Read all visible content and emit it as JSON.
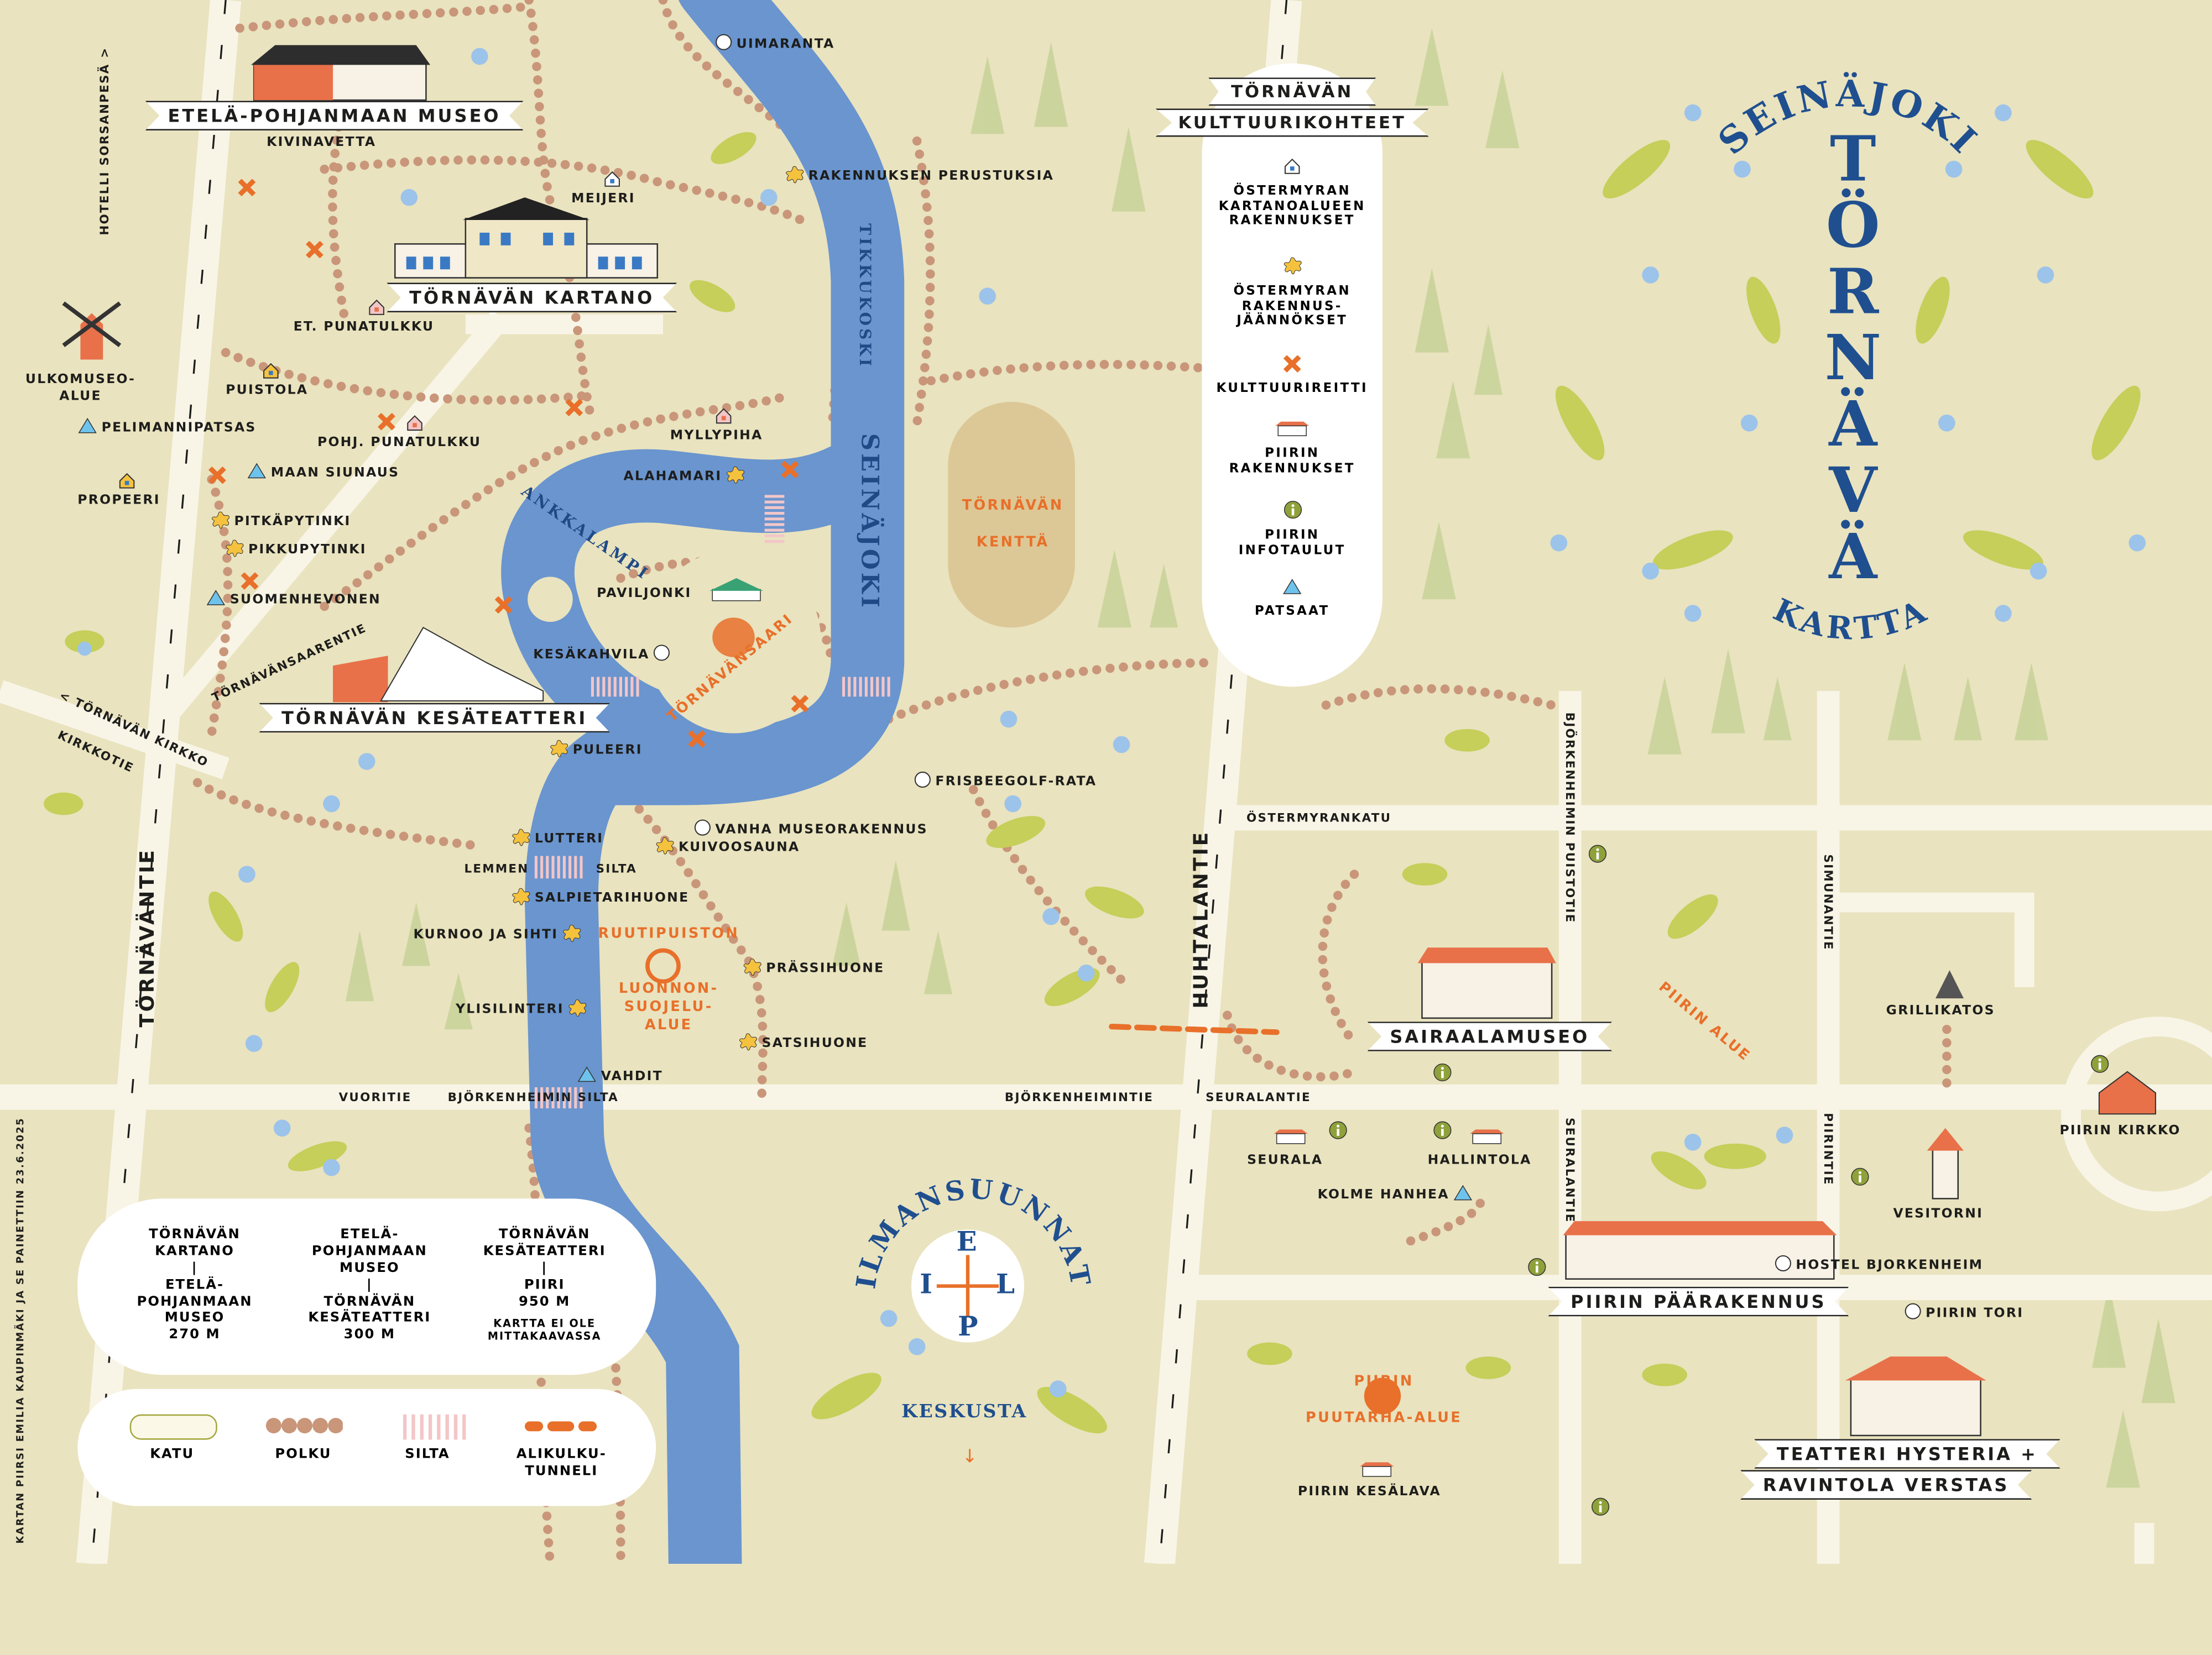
{
  "title": {
    "arc_top": "SEINÄJOKI",
    "main": "TÖRNÄVÄ",
    "arc_bottom": "KARTTA"
  },
  "banners": {
    "etela_pohjanmaan_museo": "ETELÄ-POHJANMAAN MUSEO",
    "tornavan_kartano": "TÖRNÄVÄN KARTANO",
    "tornavan_kesateatteri": "TÖRNÄVÄN KESÄTEATTERI",
    "sairaalamuseo": "SAIRAALAMUSEO",
    "piirin_paarakennus": "PIIRIN PÄÄRAKENNUS",
    "teatteri_hysteria": "TEATTERI HYSTERIA +",
    "ravintola_verstas": "RAVINTOLA VERSTAS"
  },
  "places": {
    "uimaranta": "UIMARANTA",
    "kivinavetta": "KIVINAVETTA",
    "meijeri": "MEIJERI",
    "rakennuksen_perustuksia": "RAKENNUKSEN PERUSTUKSIA",
    "et_punatulkku": "ET. PUNATULKKU",
    "puistola": "PUISTOLA",
    "ulkomuseoalue": "ULKOMUSEO-\nALUE",
    "pelimannipatsas": "PELIMANNIPATSAS",
    "pohj_punatulkku": "POHJ. PUNATULKKU",
    "maan_siunaus": "MAAN SIUNAUS",
    "myllypiha": "MYLLYPIHA",
    "alahamari": "ALAHAMARI",
    "propeeri": "PROPEERI",
    "pitkapytinki": "PITKÄPYTINKI",
    "pikkupytinki": "PIKKUPYTINKI",
    "suomenhevonen": "SUOMENHEVONEN",
    "paviljonki": "PAVILJONKI",
    "kesakahvila": "KESÄKAHVILA",
    "puleeri": "PULEERI",
    "frisbeegolf": "FRISBEEGOLF-RATA",
    "vanha_museorakennus": "VANHA MUSEORAKENNUS",
    "kuivoosauna": "KUIVOOSAUNA",
    "lutteri": "LUTTERI",
    "salpietarihuone": "SALPIETARIHUONE",
    "kurnoo_ja_sihti": "KURNOO JA SIHTI",
    "prassihuone": "PRÄSSIHUONE",
    "ylisilinteri": "YLISILINTERI",
    "satsihuone": "SATSIHUONE",
    "vahdit": "VAHDIT",
    "grillikatos": "GRILLIKATOS",
    "seurala": "SEURALA",
    "hallintola": "HALLINTOLA",
    "kolme_hanhea": "KOLME HANHEA",
    "piirin_kirkko": "PIIRIN KIRKKO",
    "vesitorni": "VESITORNI",
    "hostel_bjorkenheim": "HOSTEL BJORKENHEIM",
    "piirin_tori": "PIIRIN TORI",
    "piirin_kesalava": "PIIRIN KESÄLAVA"
  },
  "streets": {
    "vuoritie": "VUORITIE",
    "bjorkenheimin_silta": "BJÖRKENHEIMIN SILTA",
    "bjorkenheimintie": "BJÖRKENHEIMINTIE",
    "seuralantie_h": "SEURALANTIE",
    "ostermyrankatu": "ÖSTERMYRANKATU",
    "lemmen": "LEMMEN",
    "silta": "SILTA",
    "tornavantie": "TÖRNÄVÄNTIE",
    "huhtalantie": "HUHTALANTIE",
    "hotelli_sorsanpesa": "HOTELLI SORSANPESÄ >",
    "bjorkenheimin_puistotie": "BJÖRKENHEIMIN PUISTOTIE",
    "simunantie": "SIMUNANTIE",
    "seuralantie_v": "SEURALANTIE",
    "piirintie": "PIIRINTIE",
    "tornavansaarentie": "TÖRNÄVÄNSAARENTIE",
    "tornavan_kirkko": "< TÖRNÄVÄN KIRKKO",
    "kirkkotie": "KIRKKOTIE"
  },
  "water": {
    "seinajoki": "SEINÄJOKI",
    "tikkukoski": "TIKKUKOSKI",
    "ankkalampi": "ANKKALAMPI"
  },
  "areas": {
    "kentta": "TÖRNÄVÄN\n\nKENTTÄ",
    "tornavansaari": "TÖRNÄVÄNSAARI",
    "ruutipuisto": "RUUTIPUISTON\n\n\nLUONNON-\nSUOJELU-\nALUE",
    "piirin_alue": "PIIRIN ALUE",
    "piirin_puutarha": "PIIRIN\n\nPUUTARHA-ALUE"
  },
  "kulttuurikohteet": {
    "title_line1": "TÖRNÄVÄN",
    "title_line2": "KULTTUURIKOHTEET",
    "items": [
      {
        "icon": "house-icon",
        "label": "ÖSTERMYRAN\nKARTANOALUEEN\nRAKENNUKSET"
      },
      {
        "icon": "star-icon",
        "label": "ÖSTERMYRAN\nRAKENNUS-\nJÄÄNNÖKSET"
      },
      {
        "icon": "cross-icon",
        "label": "KULTTUURIREITTI"
      },
      {
        "icon": "building-icon",
        "label": "PIIRIN\nRAKENNUKSET"
      },
      {
        "icon": "info-icon",
        "label": "PIIRIN\nINFOTAULUT"
      },
      {
        "icon": "triangle-icon",
        "label": "PATSAAT"
      }
    ]
  },
  "distances": [
    "TÖRNÄVÄN\nKARTANO\n|\nETELÄ-\nPOHJANMAAN\nMUSEO\n270 M",
    "ETELÄ-\nPOHJANMAAN\nMUSEO\n|\nTÖRNÄVÄN\nKESÄTEATTERI\n300 M",
    "TÖRNÄVÄN\nKESÄTEATTERI\n|\nPIIRI\n950 M"
  ],
  "scale_note": "KARTTA EI OLE\nMITTAKAAVASSA",
  "legend": [
    {
      "icon": "street-swatch",
      "label": "KATU"
    },
    {
      "icon": "path-swatch",
      "label": "POLKU"
    },
    {
      "icon": "bridge-swatch",
      "label": "SILTA"
    },
    {
      "icon": "tunnel-swatch",
      "label": "ALIKULKU-\nTUNNELI"
    }
  ],
  "compass": {
    "title": "ILMANSUUNNAT",
    "north": "E",
    "west": "I",
    "east": "L",
    "south": "P",
    "center": "KESKUSTA",
    "arrow": "↓"
  },
  "credit": "KARTAN PIIRSI EMILIA KAUPINMÄKI JA SE PAINETTIIN 23.6.2025",
  "colors": {
    "background": "#e9e3bf",
    "river": "#6a95cf",
    "path": "#c9967a",
    "road": "#f8f5e7",
    "accent_orange": "#e8702a",
    "title_blue": "#1f4f8f",
    "leaf_green": "#c5cf5a",
    "flower_blue": "#9cc3ea"
  }
}
